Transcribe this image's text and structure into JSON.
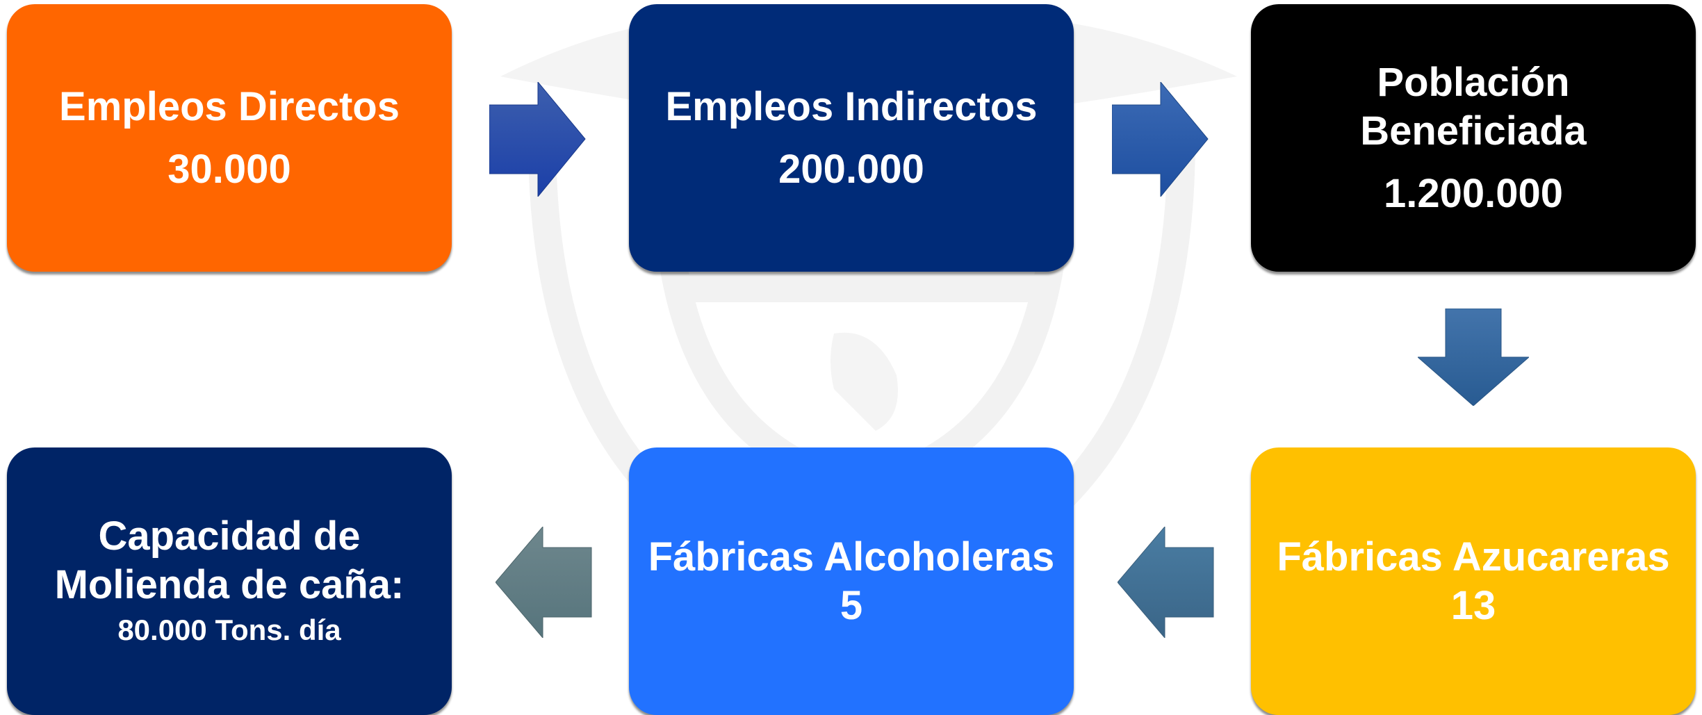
{
  "colors": {
    "directos": "#ff6600",
    "indirectos": "#002b78",
    "poblacion": "#000000",
    "azucareras": "#ffc000",
    "alcoholeras": "#2272ff",
    "molienda": "#002466"
  },
  "boxes": {
    "directos": {
      "title": "Empleos Directos",
      "value": "30.000"
    },
    "indirectos": {
      "title": "Empleos Indirectos",
      "value": "200.000"
    },
    "poblacion": {
      "title_line1": "Población",
      "title_line2": "Beneficiada",
      "value": "1.200.000"
    },
    "azucareras": {
      "title": "Fábricas Azucareras",
      "value": "13"
    },
    "alcoholeras": {
      "title": "Fábricas Alcoholeras",
      "value": "5"
    },
    "molienda": {
      "title_line1": "Capacidad de",
      "title_line2": "Molienda de caña:",
      "value": "80.000 Tons. día"
    }
  },
  "arrows": [
    {
      "id": "directos-to-indirectos",
      "direction": "right"
    },
    {
      "id": "indirectos-to-poblacion",
      "direction": "right"
    },
    {
      "id": "poblacion-to-azucareras",
      "direction": "down"
    },
    {
      "id": "azucareras-to-alcoholeras",
      "direction": "left"
    },
    {
      "id": "alcoholeras-to-molienda",
      "direction": "left"
    }
  ]
}
